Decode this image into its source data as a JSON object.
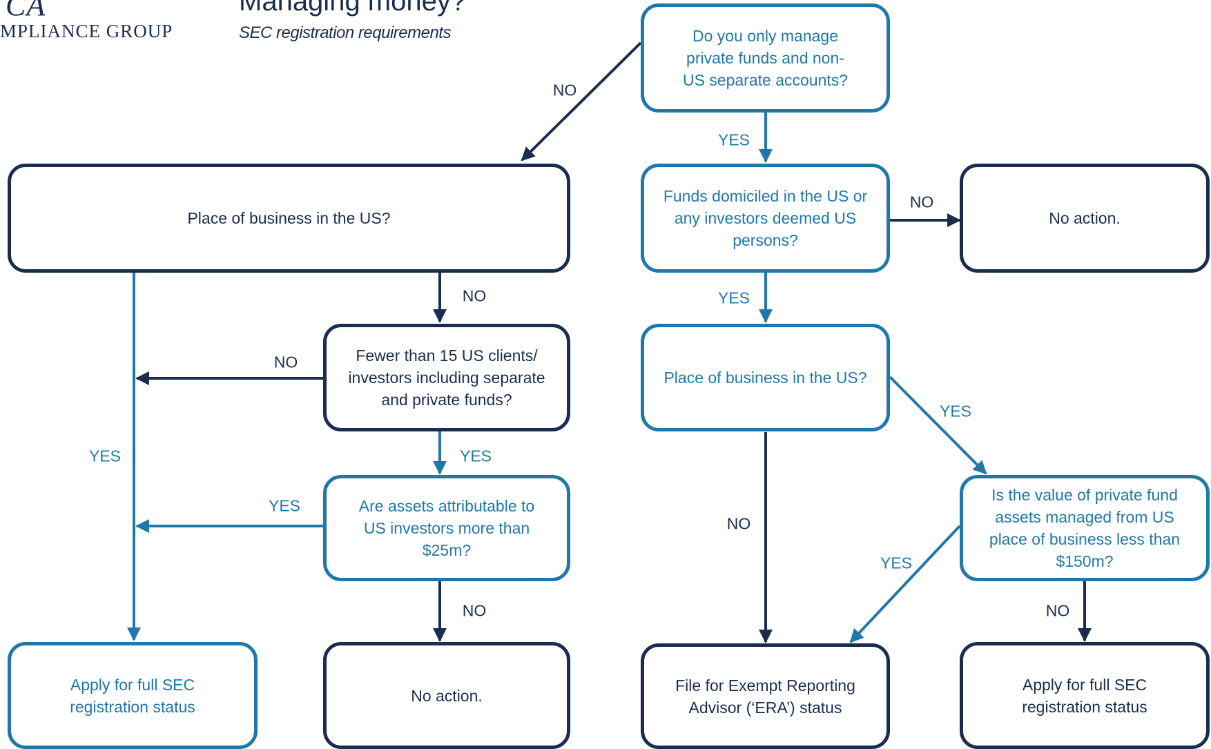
{
  "header": {
    "logo_mark": "CA",
    "logo_text": "MPLIANCE GROUP",
    "title": "Managing money?",
    "subtitle": "SEC registration requirements"
  },
  "colors": {
    "navy": "#1b2d4f",
    "teal": "#1f78a8"
  },
  "nodes": {
    "q_private_funds": "Do you only manage private funds and non-US separate accounts?",
    "q_place_left": "Place of business in the US?",
    "q_domiciled": "Funds domiciled in the US or any investors deemed US persons?",
    "no_action_top": "No action.",
    "q_fewer_15": "Fewer than 15 US clients/ investors including separate and private funds?",
    "q_place_right": "Place of business in the US?",
    "q_assets_25m": "Are assets attributable to US investors more than $25m?",
    "q_assets_150m": "Is the value of private fund assets managed from US place of business less than $150m?",
    "apply_left": "Apply for full SEC registration status",
    "no_action_bottom": "No action.",
    "file_era": "File for Exempt Reporting Advisor (‘ERA’) status",
    "apply_right": "Apply for full SEC registration status"
  },
  "edges": {
    "q1_no": "NO",
    "q1_yes": "YES",
    "dom_no": "NO",
    "dom_yes": "YES",
    "left_place_no": "NO",
    "left_place_yes": "YES",
    "fewer_no": "NO",
    "fewer_yes": "YES",
    "assets25_yes": "YES",
    "assets25_no": "NO",
    "right_place_yes": "YES",
    "right_place_no": "NO",
    "assets150_yes": "YES",
    "assets150_no": "NO"
  }
}
